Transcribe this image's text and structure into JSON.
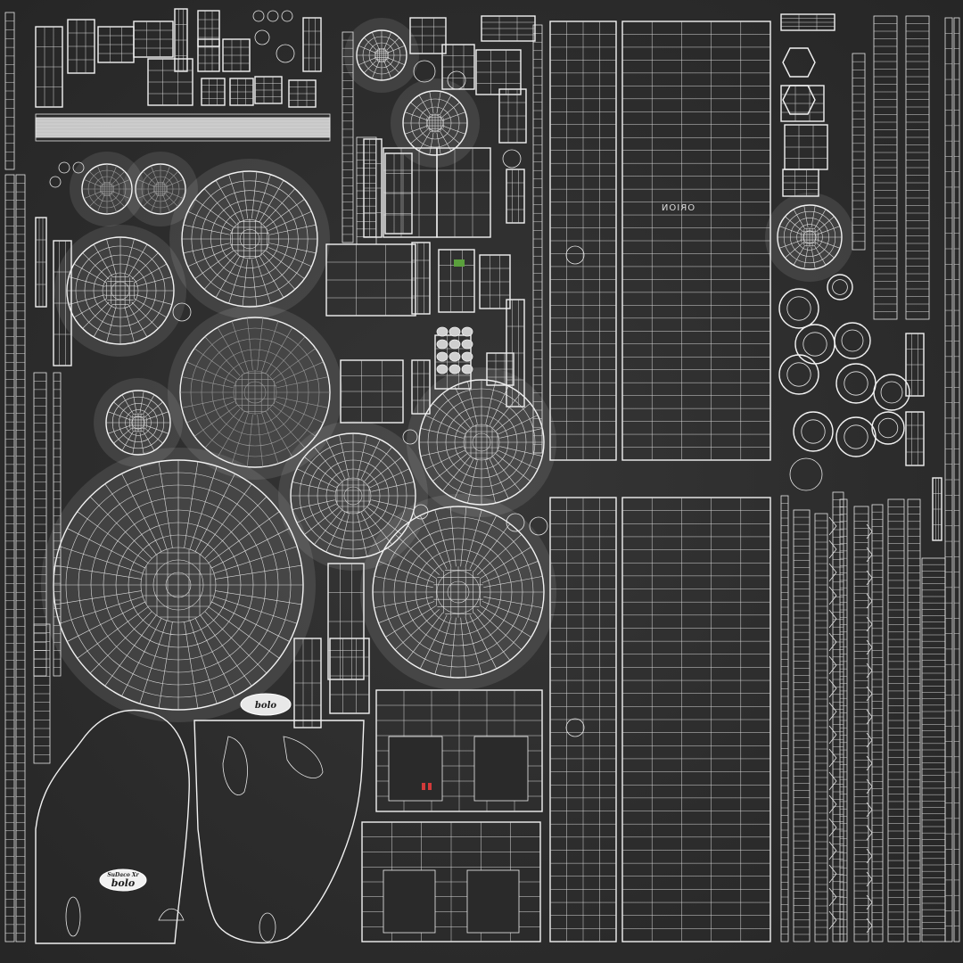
{
  "colors": {
    "background": "#2c2c2c",
    "wire": "#e8e8e8",
    "highlight": "#ffffff",
    "accent_green": "#5aa03c",
    "accent_red": "#d23a3a"
  },
  "labels": {
    "panel_brand_mirrored": "ORION",
    "badge_top_line": "SuDaco Xr",
    "badge_brand": "bolo",
    "badge_small_brand": "bolo"
  }
}
